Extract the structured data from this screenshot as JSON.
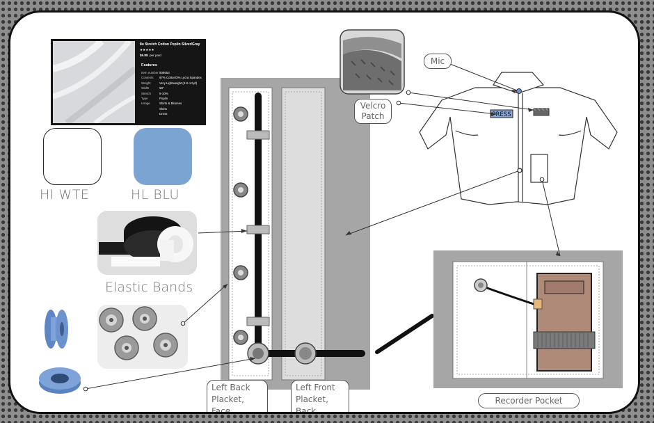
{
  "fabric_card": {
    "title": "8o Stretch Cotton Poplin Silver/Gray",
    "stars": "★★★★★",
    "price": "$9.88",
    "price_unit": "per yard",
    "features_heading": "Features",
    "rows": [
      {
        "k": "Item number",
        "v": "509553"
      },
      {
        "k": "Contents",
        "v": "97% Cotton/3% Lycra Spandex"
      },
      {
        "k": "Weight",
        "v": "Very Lightweight (4.8 oz/yd)"
      },
      {
        "k": "Width",
        "v": "58\""
      },
      {
        "k": "Stretch",
        "v": "5-10%"
      },
      {
        "k": "Type",
        "v": "Poplin"
      },
      {
        "k": "Usage",
        "v": "Shirts & Blouses"
      },
      {
        "k": "",
        "v": "Skirts"
      },
      {
        "k": "",
        "v": "Dress"
      }
    ]
  },
  "swatches": [
    {
      "label": "HI WTE",
      "color": "#ffffff"
    },
    {
      "label": "HL BLU",
      "color": "#7ba4d3"
    }
  ],
  "labels": {
    "elastic_bands": "Elastic Bands",
    "mic": "Mic",
    "velcro_patch_line1": "Velcro",
    "velcro_patch_line2": "Patch",
    "left_back_line1": "Left Back",
    "left_back_line2": "Placket, Face",
    "left_front_line1": "Left Front",
    "left_front_line2": "Placket, Back",
    "recorder_pocket": "Recorder Pocket",
    "press_badge": "PRESS"
  },
  "colors": {
    "blue_hardware": "#6d93cf",
    "recorder_brown": "#b08a78",
    "placket_gray": "#a6a6a6",
    "jacket_blue": "#89a8d8"
  }
}
